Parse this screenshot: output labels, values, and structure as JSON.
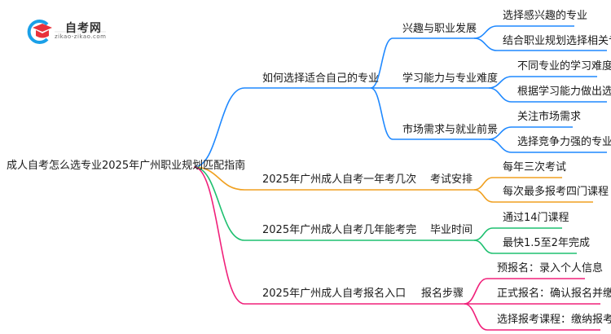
{
  "logo": {
    "name": "自考网",
    "url": "zikao-zikao.com"
  },
  "root": "成人自考怎么选专业2025年广州职业规划匹配指南",
  "colors": {
    "blue": "#1e88ff",
    "orange": "#f0a020",
    "green": "#1fc070",
    "pink": "#f0207a"
  },
  "branches": [
    {
      "label": "如何选择适合自己的专业",
      "children": [
        {
          "label": "兴趣与职业发展",
          "children": [
            "选择感兴趣的专业",
            "结合职业规划选择相关专业"
          ]
        },
        {
          "label": "学习能力与专业难度",
          "children": [
            "不同专业的学习难度",
            "根据学习能力做出选择"
          ]
        },
        {
          "label": "市场需求与就业前景",
          "children": [
            "关注市场需求",
            "选择竞争力强的专业"
          ]
        }
      ]
    },
    {
      "label": "2025年广州成人自考一年考几次",
      "children": [
        {
          "label": "考试安排",
          "children": [
            "每年三次考试",
            "每次最多报考四门课程"
          ]
        }
      ]
    },
    {
      "label": "2025年广州成人自考几年能考完",
      "children": [
        {
          "label": "毕业时间",
          "children": [
            "通过14门课程",
            "最快1.5至2年完成"
          ]
        }
      ]
    },
    {
      "label": "2025年广州成人自考报名入口",
      "children": [
        {
          "label": "报名步骤",
          "children": [
            "预报名：录入个人信息",
            "正式报名：确认报名并缴费",
            "选择报考课程：缴纳报考费用"
          ]
        }
      ]
    }
  ]
}
